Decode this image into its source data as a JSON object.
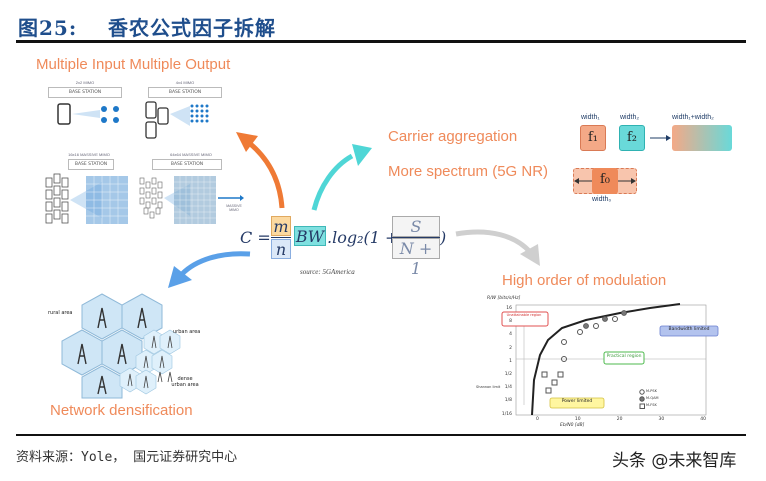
{
  "figure": {
    "number": "图25:",
    "title": "香农公式因子拆解"
  },
  "mimo": {
    "title": "Multiple Input Multiple Output",
    "panels": [
      {
        "caption": "2x2 MIMO",
        "base": "BASE STATION"
      },
      {
        "caption": "4x4 MIMO",
        "base": "BASE STATION"
      },
      {
        "caption": "16x16 MASSIVE MIMO",
        "base": "BASE STATION"
      },
      {
        "caption": "64x64 MASSIVE MIMO",
        "base": "BASE STATION"
      }
    ],
    "arrow_label": "MASSIVE MIMO"
  },
  "carrier": {
    "ca_label": "Carrier aggregation",
    "ms_label": "More spectrum (5G NR)",
    "f1": "f₁",
    "f2": "f₂",
    "f0": "f₀",
    "width1": "width₁",
    "width2": "width₂",
    "width_sum": "width₁+width₂",
    "width0": "width₀"
  },
  "formula": {
    "lhs": "C =",
    "m": "m",
    "n": "n",
    "bw": "BW",
    "log": ".log₂(1 +",
    "s": "S",
    "n1": "N + 1",
    "close": ")",
    "source_note": "source: 5GAmerica"
  },
  "network": {
    "title": "Network densification",
    "rural": "rural area",
    "urban": "urban area",
    "dense": "dense urban area"
  },
  "modulation": {
    "title": "High order of modulation",
    "ylabel": "R/W [bits/s/Hz]",
    "xlabel": "Eb/N0 [dB]",
    "yticks": [
      "16",
      "8",
      "4",
      "2",
      "1",
      "1/2",
      "1/4",
      "1/8",
      "1/16"
    ],
    "xticks": [
      "0",
      "10",
      "20",
      "30",
      "40"
    ],
    "regions": {
      "bw_limited": "Bandwidth limited",
      "power_limited": "Power limited",
      "unattainable": "Unattainable region",
      "practical": "Practical region"
    },
    "legend": [
      "M-PSK",
      "M-QAM",
      "M-FSK"
    ],
    "shannon_label": "Shannon limit"
  },
  "footer": {
    "source": "资料来源：Yole， 国元证券研究中心",
    "watermark": "头条 @未来智库"
  },
  "colors": {
    "title_blue": "#1f4e8c",
    "orange": "#ef8a5a",
    "teal": "#4fd6d6",
    "blue_arrow": "#5aa0e8",
    "gray_arrow": "#c8c8c8"
  }
}
